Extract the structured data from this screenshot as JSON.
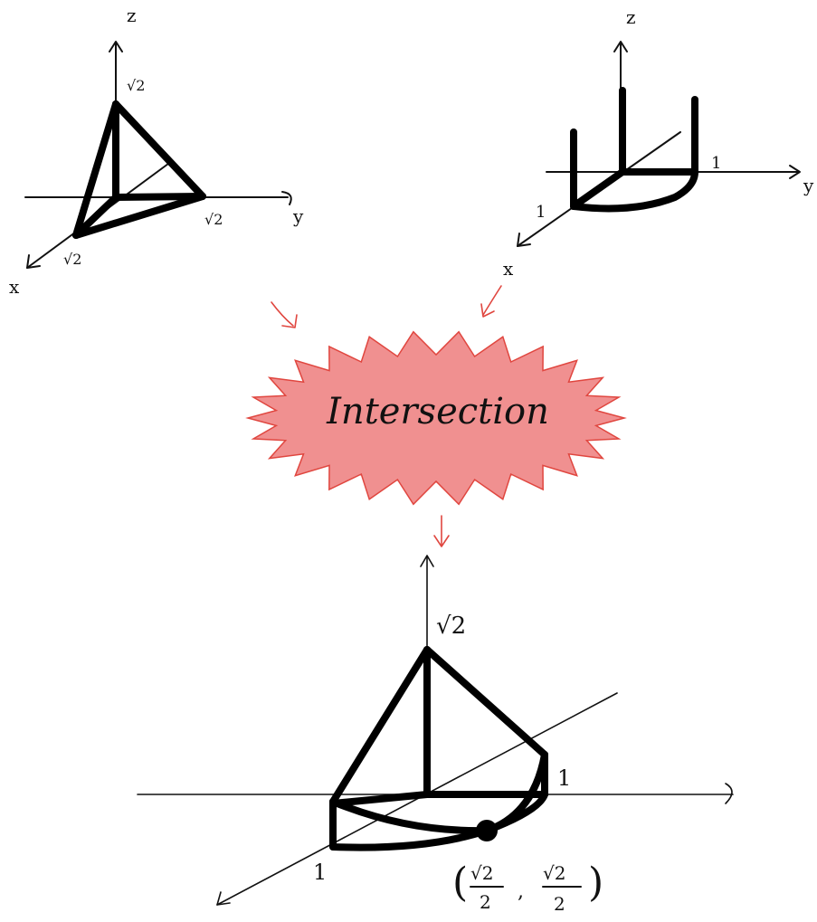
{
  "top_left": {
    "axis_z": "z",
    "axis_y": "y",
    "axis_x": "x",
    "tick_z": "√2",
    "tick_y": "√2",
    "tick_x": "√2"
  },
  "top_right": {
    "axis_z": "z",
    "axis_y": "y",
    "axis_x": "x",
    "tick_y": "1",
    "tick_x": "1"
  },
  "burst": {
    "label": "Intersection",
    "fill": "#f09090",
    "stroke": "#e0463f"
  },
  "bottom": {
    "tick_z": "√2",
    "tick_y": "1",
    "tick_x": "1",
    "point": {
      "num1": "√2",
      "den1": "2",
      "num2": "√2",
      "den2": "2"
    }
  }
}
